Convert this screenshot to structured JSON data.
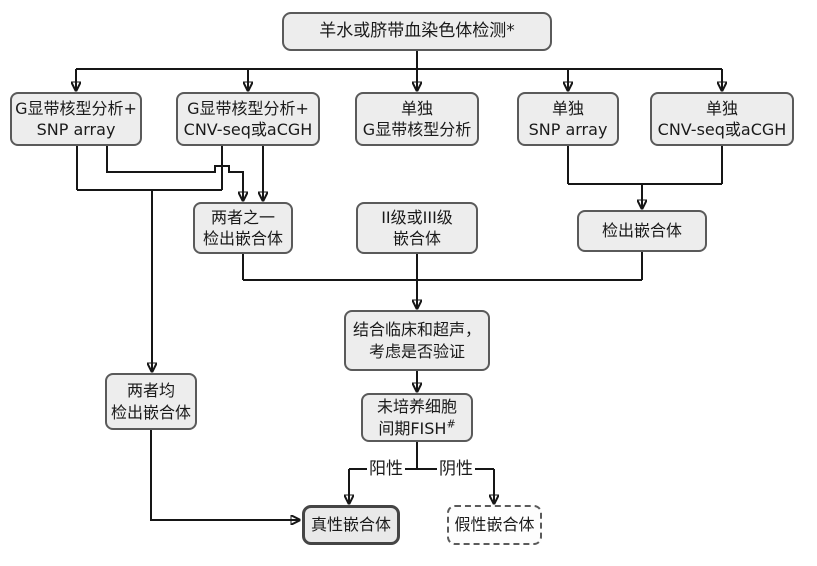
{
  "nodes": {
    "root": {
      "label": "羊水或脐带血染色体检测*"
    },
    "karyotype_snp": {
      "line1": "G显带核型分析+",
      "line2": "SNP array"
    },
    "karyotype_cnv": {
      "line1": "G显带核型分析+",
      "line2": "CNV-seq或aCGH"
    },
    "karyotype_only": {
      "line1": "单独",
      "line2": "G显带核型分析"
    },
    "snp_only": {
      "line1": "单独",
      "line2": "SNP array"
    },
    "cnv_only": {
      "line1": "单独",
      "line2": "CNV-seq或aCGH"
    },
    "either_mosaic": {
      "line1": "两者之一",
      "line2": "检出嵌合体"
    },
    "level_mosaic": {
      "line1": "II级或III级",
      "line2": "嵌合体"
    },
    "detected_mosaic": {
      "label": "检出嵌合体"
    },
    "clinical": {
      "line1": "结合临床和超声，",
      "line2": "考虑是否验证"
    },
    "fish": {
      "line1": "未培养细胞",
      "line2_text": "间期FISH",
      "line2_sup": "#"
    },
    "both_mosaic": {
      "line1": "两者均",
      "line2": "检出嵌合体"
    },
    "true_mosaic": {
      "label": "真性嵌合体"
    },
    "pseudo_mosaic": {
      "label": "假性嵌合体"
    }
  },
  "edge_labels": {
    "positive": "阳性",
    "negative": "阴性"
  },
  "colors": {
    "background": "#ffffff",
    "box_fill": "#ededed",
    "box_border": "#5a5a5a",
    "emphasis_border": "#454545",
    "line": "#161616",
    "text": "#1a1a1a"
  }
}
